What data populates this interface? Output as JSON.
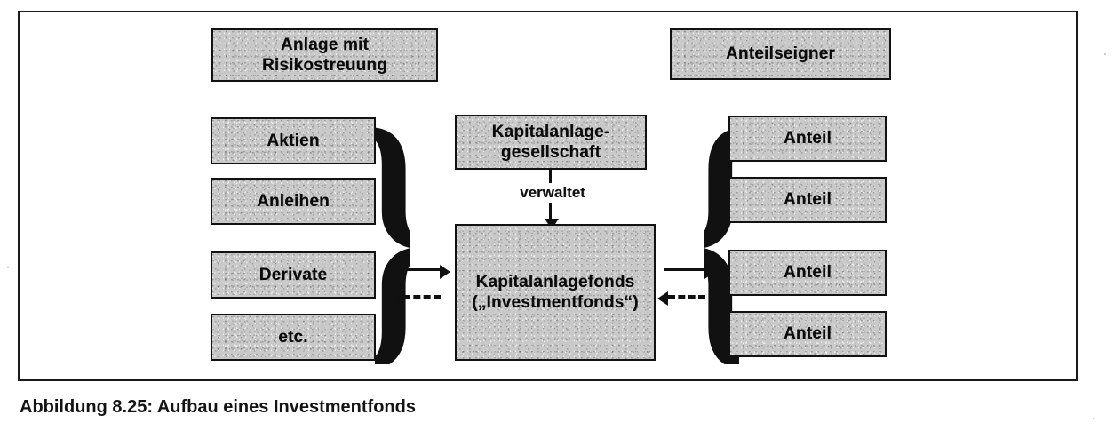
{
  "figure": {
    "caption": "Abbildung 8.25: Aufbau eines Investmentfonds",
    "headers": {
      "left": "Anlage mit\nRisikostreuung",
      "left_line1": "Anlage mit",
      "left_line2": "Risikostreuung",
      "right": "Anteilseigner"
    },
    "assets": {
      "items": [
        {
          "label": "Aktien"
        },
        {
          "label": "Anleihen"
        },
        {
          "label": "Derivate"
        },
        {
          "label": "etc."
        }
      ],
      "brace": "}"
    },
    "center": {
      "company_line1": "Kapitalanlage-",
      "company_line2": "gesellschaft",
      "relation_label": "verwaltet",
      "fund_line1": "Kapitalanlagefonds",
      "fund_line2": "(„Investmentfonds“)"
    },
    "shares": {
      "items": [
        {
          "label": "Anteil"
        },
        {
          "label": "Anteil"
        },
        {
          "label": "Anteil"
        },
        {
          "label": "Anteil"
        }
      ],
      "brace": "{"
    },
    "colors": {
      "box_fill": "#c9c9c9",
      "box_border": "#121212",
      "frame_border": "#1a1a1a",
      "text": "#0a0a0a",
      "page_background": "#ffffff"
    }
  }
}
